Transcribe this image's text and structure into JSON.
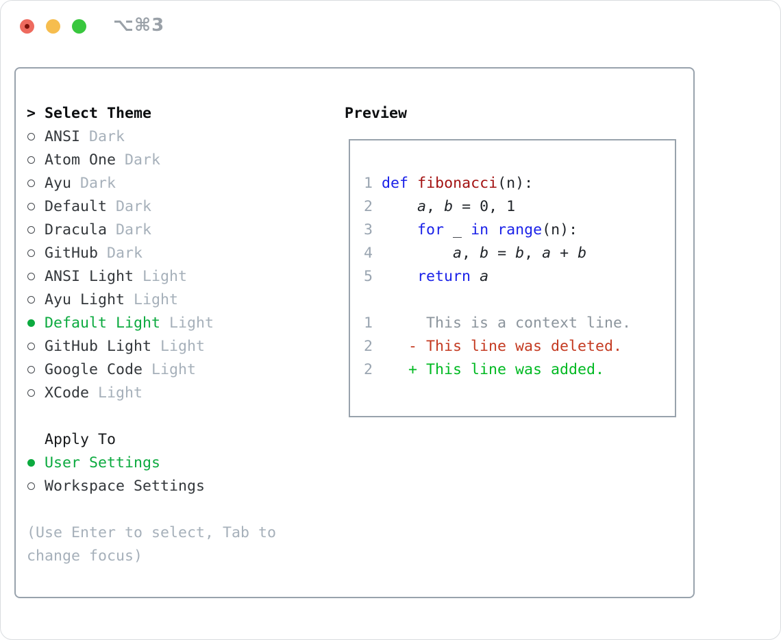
{
  "window": {
    "title": "⌥⌘3",
    "traffic_lights": [
      "close",
      "minimize",
      "zoom"
    ]
  },
  "theme_picker": {
    "prompt": ">",
    "header": "Select Theme",
    "themes": [
      {
        "name": "ANSI",
        "variant": "Dark",
        "selected": false
      },
      {
        "name": "Atom One",
        "variant": "Dark",
        "selected": false
      },
      {
        "name": "Ayu",
        "variant": "Dark",
        "selected": false
      },
      {
        "name": "Default",
        "variant": "Dark",
        "selected": false
      },
      {
        "name": "Dracula",
        "variant": "Dark",
        "selected": false
      },
      {
        "name": "GitHub",
        "variant": "Dark",
        "selected": false
      },
      {
        "name": "ANSI Light",
        "variant": "Light",
        "selected": false
      },
      {
        "name": "Ayu Light",
        "variant": "Light",
        "selected": false
      },
      {
        "name": "Default Light",
        "variant": "Light",
        "selected": true
      },
      {
        "name": "GitHub Light",
        "variant": "Light",
        "selected": false
      },
      {
        "name": "Google Code",
        "variant": "Light",
        "selected": false
      },
      {
        "name": "XCode",
        "variant": "Light",
        "selected": false
      }
    ],
    "apply_to": {
      "header": "Apply To",
      "options": [
        {
          "label": "User Settings",
          "selected": true
        },
        {
          "label": "Workspace Settings",
          "selected": false
        }
      ]
    },
    "hint": "(Use Enter to select, Tab to change focus)"
  },
  "preview": {
    "header": "Preview",
    "lines": [
      {
        "num": "1",
        "tokens": [
          {
            "t": " ",
            "s": "pl2"
          },
          {
            "t": "def",
            "s": "kw"
          },
          {
            "t": " ",
            "s": "pl2"
          },
          {
            "t": "fibonacci",
            "s": "fn"
          },
          {
            "t": "(n):",
            "s": "pl2"
          }
        ]
      },
      {
        "num": "2",
        "tokens": [
          {
            "t": "     ",
            "s": "pl2"
          },
          {
            "t": "a",
            "s": "vr"
          },
          {
            "t": ", ",
            "s": "pl2"
          },
          {
            "t": "b",
            "s": "vr"
          },
          {
            "t": " = 0, 1",
            "s": "pl2"
          }
        ]
      },
      {
        "num": "3",
        "tokens": [
          {
            "t": "     ",
            "s": "pl2"
          },
          {
            "t": "for",
            "s": "kw"
          },
          {
            "t": " _ ",
            "s": "pl2"
          },
          {
            "t": "in",
            "s": "kw"
          },
          {
            "t": " ",
            "s": "pl2"
          },
          {
            "t": "range",
            "s": "kw"
          },
          {
            "t": "(n):",
            "s": "pl2"
          }
        ]
      },
      {
        "num": "4",
        "tokens": [
          {
            "t": "         ",
            "s": "pl2"
          },
          {
            "t": "a",
            "s": "vr"
          },
          {
            "t": ", ",
            "s": "pl2"
          },
          {
            "t": "b",
            "s": "vr"
          },
          {
            "t": " = ",
            "s": "pl2"
          },
          {
            "t": "b",
            "s": "vr"
          },
          {
            "t": ", ",
            "s": "pl2"
          },
          {
            "t": "a",
            "s": "vr"
          },
          {
            "t": " + ",
            "s": "pl2"
          },
          {
            "t": "b",
            "s": "vr"
          }
        ]
      },
      {
        "num": "5",
        "tokens": [
          {
            "t": "     ",
            "s": "pl2"
          },
          {
            "t": "return",
            "s": "kw"
          },
          {
            "t": " ",
            "s": "pl2"
          },
          {
            "t": "a",
            "s": "vr"
          }
        ]
      },
      {
        "num": "",
        "tokens": []
      },
      {
        "num": "1",
        "tokens": [
          {
            "t": "      This is a context line.",
            "s": "ctx"
          }
        ]
      },
      {
        "num": "2",
        "tokens": [
          {
            "t": "    ",
            "s": "pl2"
          },
          {
            "t": "- This line was deleted.",
            "s": "del"
          }
        ]
      },
      {
        "num": "2",
        "tokens": [
          {
            "t": "    ",
            "s": "pl2"
          },
          {
            "t": "+ This line was added.",
            "s": "add"
          }
        ]
      }
    ]
  },
  "colors": {
    "selection_green": "#0caa3f",
    "diff_added_green": "#00b922",
    "diff_deleted_red": "#c43a21",
    "diff_context_gray": "#8b949c",
    "keyword_blue": "#1a21e8",
    "function_red": "#a31212",
    "muted_gray": "#a6b0ba",
    "line_number_gray": "#9aa5b1",
    "panel_border_gray": "#98a2ac",
    "traffic_red": "#ee6a5e",
    "traffic_yellow": "#f6bd4e",
    "traffic_green": "#39c73e"
  }
}
